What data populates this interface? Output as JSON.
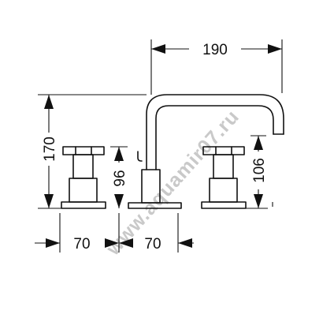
{
  "diagram": {
    "dimensions": {
      "width_top": "190",
      "height_total": "170",
      "handle_left_height": "96",
      "handle_right_height": "106",
      "spacing_left": "70",
      "spacing_right": "70"
    },
    "watermark": "www.aquamir07.ru"
  },
  "colors": {
    "line": "#111111",
    "background": "#ffffff",
    "watermark": "#c9c9c9"
  }
}
